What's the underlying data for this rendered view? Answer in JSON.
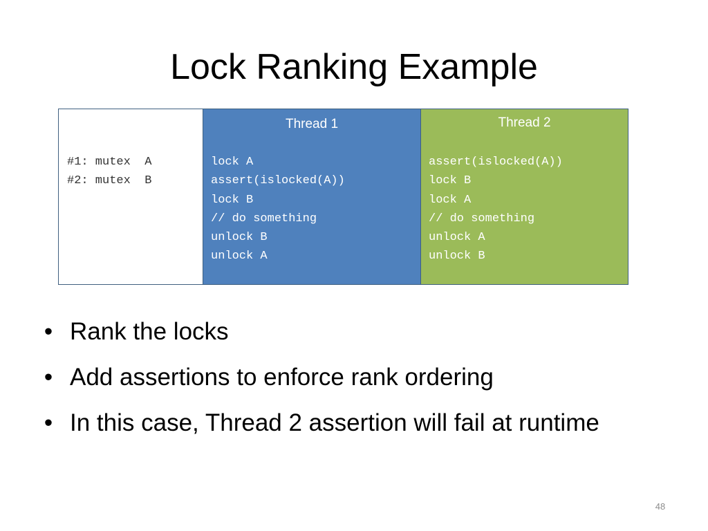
{
  "slide": {
    "title": "Lock Ranking Example",
    "page_number": "48"
  },
  "table": {
    "locks": {
      "header": "",
      "lines": [
        "#1: mutex  A",
        "#2: mutex  B"
      ]
    },
    "thread1": {
      "header": "Thread 1",
      "lines": [
        "lock A",
        "assert(islocked(A))",
        "lock B",
        "// do something",
        "unlock B",
        "unlock A"
      ],
      "color": "#4f81bd"
    },
    "thread2": {
      "header": "Thread 2",
      "lines": [
        "assert(islocked(A))",
        "lock B",
        "lock A",
        "// do something",
        "unlock A",
        "unlock B"
      ],
      "color": "#9bbb59"
    }
  },
  "bullets": [
    {
      "marker": "•",
      "text": "Rank the locks"
    },
    {
      "marker": "•",
      "text": "Add assertions to enforce rank ordering"
    },
    {
      "marker": "•",
      "text": "In this case, Thread 2 assertion will fail at runtime"
    }
  ]
}
